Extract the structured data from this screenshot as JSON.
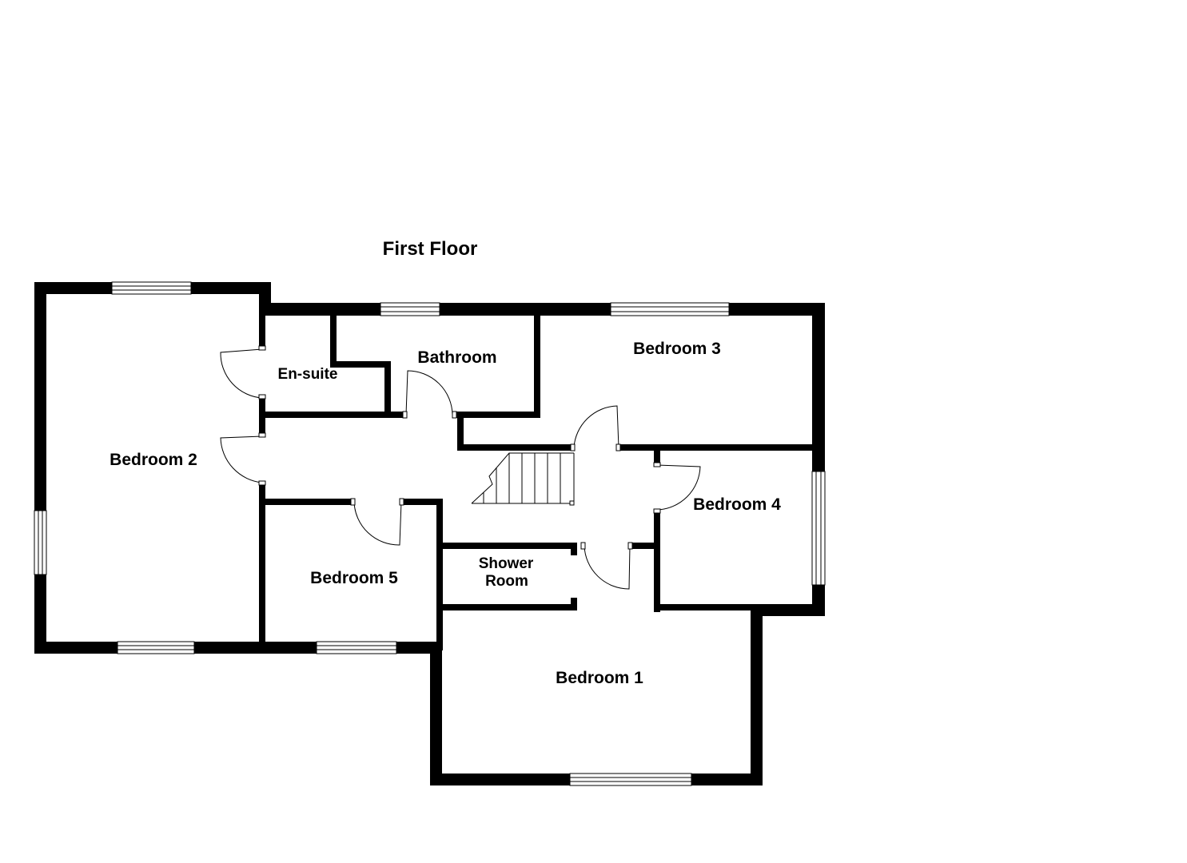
{
  "title": "First Floor",
  "rooms": {
    "bedroom2": "Bedroom 2",
    "ensuite": "En-suite",
    "bathroom": "Bathroom",
    "bedroom3": "Bedroom 3",
    "bedroom4": "Bedroom 4",
    "bedroom5": "Bedroom 5",
    "shower_line1": "Shower",
    "shower_line2": "Room",
    "bedroom1": "Bedroom 1"
  },
  "colors": {
    "wall": "#000000",
    "background": "#ffffff"
  }
}
